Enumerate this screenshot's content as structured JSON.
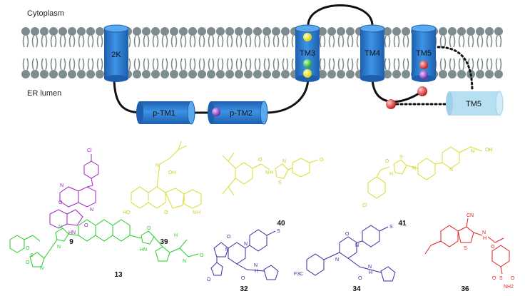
{
  "membrane": {
    "top_label": "Cytoplasm",
    "bottom_label": "ER lumen",
    "segments": {
      "s2k": "2K",
      "tm3": "TM3",
      "tm4": "TM4",
      "tm5": "TM5",
      "ptm1": "p-TM1",
      "ptm2": "p-TM2",
      "tm5_out": "TM5"
    }
  },
  "colors": {
    "cylinder": "#2f7fd6",
    "cylinder_light": "#b6dff2",
    "lipid_head": "#7f8c8d",
    "yellow_site": "#f2e600",
    "green_site": "#2ecc40",
    "purple_site": "#8e44ad",
    "red_site": "#e02020",
    "cpd_purple": "#a020c0",
    "cpd_yellow": "#d8dc2a",
    "cpd_green": "#22cc22",
    "cpd_blue": "#3a2aa0",
    "cpd_red": "#e02020"
  },
  "compounds": [
    {
      "id": "9",
      "label": "9",
      "color": "purple",
      "atoms": [
        "Cl",
        "N",
        "O",
        "N",
        "N",
        "O",
        "HN"
      ]
    },
    {
      "id": "39",
      "label": "39",
      "color": "yellow",
      "atoms": [
        "N",
        "OH",
        "HO",
        "O",
        "N",
        "H"
      ]
    },
    {
      "id": "40",
      "label": "40",
      "color": "yellow",
      "atoms": [
        "O",
        "S",
        "N",
        "O",
        "N",
        "H"
      ]
    },
    {
      "id": "41",
      "label": "41",
      "color": "yellow",
      "atoms": [
        "O",
        "N",
        "S",
        "N",
        "H",
        "N",
        "N",
        "N",
        "N",
        "OH",
        "Cl"
      ]
    },
    {
      "id": "13",
      "label": "13",
      "color": "green",
      "atoms": [
        "O",
        "S",
        "O",
        "N",
        "N",
        "NH",
        "N",
        "HN",
        "O",
        "N",
        "H",
        "N",
        "O",
        "O"
      ]
    },
    {
      "id": "32",
      "label": "32",
      "color": "blue",
      "atoms": [
        "O",
        "N",
        "S",
        "N",
        "O",
        "N",
        "H",
        "O"
      ]
    },
    {
      "id": "34",
      "label": "34",
      "color": "blue",
      "atoms": [
        "O",
        "N",
        "S",
        "N",
        "O",
        "N",
        "H",
        "F3C"
      ]
    },
    {
      "id": "36",
      "label": "36",
      "color": "red",
      "atoms": [
        "CN",
        "S",
        "N",
        "H",
        "O",
        "O",
        "S",
        "O",
        "NH2"
      ]
    }
  ]
}
